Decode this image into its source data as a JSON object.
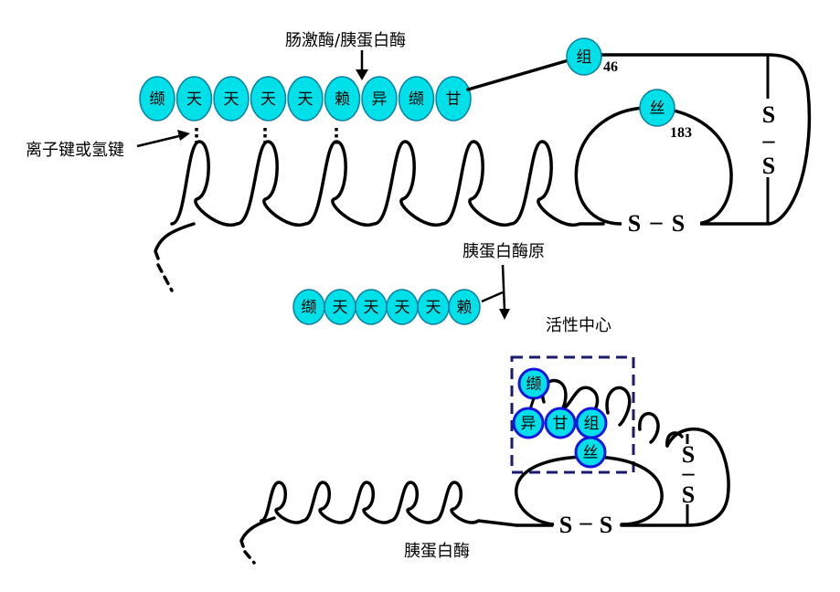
{
  "labels": {
    "enterokinase": "肠激酶/胰蛋白酶",
    "bond": "离子键或氢键",
    "trypsinogen": "胰蛋白酶原",
    "active_center": "活性中心",
    "trypsin": "胰蛋白酶"
  },
  "top_peptide": [
    "缬",
    "天",
    "天",
    "天",
    "天",
    "赖",
    "异",
    "缬",
    "甘"
  ],
  "released_peptide": [
    "缬",
    "天",
    "天",
    "天",
    "天",
    "赖"
  ],
  "his": {
    "label": "组",
    "number": "46"
  },
  "ser": {
    "label": "丝",
    "number": "183"
  },
  "ss_symbol": "S",
  "ss_dash": "–",
  "active_site_residues": {
    "val": "缬",
    "ile": "异",
    "gly": "甘",
    "his": "组",
    "ser": "丝"
  },
  "colors": {
    "residue_fill": "#00E0E8",
    "active_residue_border": "#1515E0",
    "box_border": "#1A1A6E"
  }
}
